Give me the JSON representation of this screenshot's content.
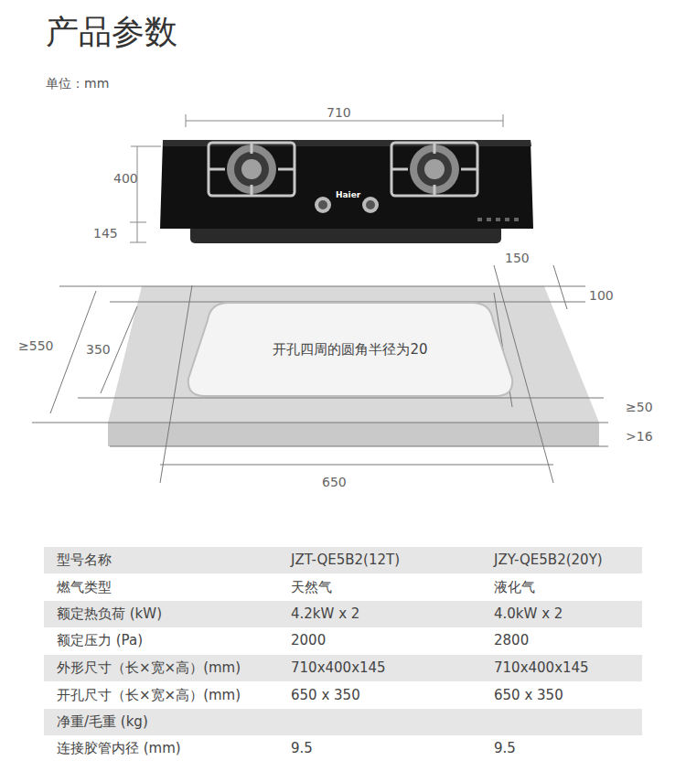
{
  "diagram": {
    "title": "产品参数",
    "nodes": [
      {
        "text": [
          "开孔四周的圆角半径为20"
        ]
      }
    ],
    "labels": [
      "单位：mm",
      "710",
      "400",
      "145",
      "Haier",
      "150",
      "100",
      "≥550",
      "350",
      "≥50",
      ">16",
      "650",
      "型号名称",
      "JZT-QE5B2(12T)",
      "JZY-QE5B2(20Y)",
      "燃气类型",
      "天然气",
      "液化气",
      "额定热负荷 (kW)",
      "4.2kW x 2",
      "4.0kW x 2",
      "额定压力 (Pa)",
      "2000",
      "2800",
      "外形尺寸（长×宽×高）(mm)",
      "710x400x145",
      "710x400x145",
      "开孔尺寸（长×宽×高）(mm)",
      "650 x 350",
      "650 x 350",
      "净重/毛重 (kg)",
      "连接胶管内径 (mm)",
      "9.5",
      "9.5"
    ]
  }
}
